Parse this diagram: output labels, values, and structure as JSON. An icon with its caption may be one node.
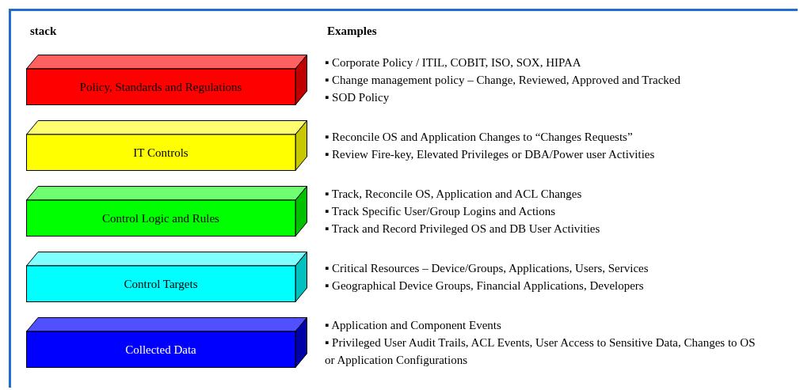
{
  "diagram": {
    "nodes": [
      {
        "text": [
          "Policy, Standards and Regulations"
        ],
        "beside": [
          "▪ Corporate Policy / ITIL, COBIT, ISO, SOX, HIPAA",
          "▪ Change management policy – Change, Reviewed, Approved and Tracked",
          "▪ SOD Policy"
        ]
      },
      {
        "text": [
          "IT Controls"
        ],
        "beside": [
          "▪ Reconcile OS and Application Changes to “Changes Requests”",
          "▪ Review Fire-key, Elevated Privileges or DBA/Power user Activities"
        ]
      },
      {
        "text": [
          "Control Logic and Rules"
        ],
        "beside": [
          "▪ Track, Reconcile OS, Application and ACL Changes",
          "▪ Track Specific User/Group Logins and Actions",
          "▪ Track and Record Privileged OS and DB User Activities"
        ]
      },
      {
        "text": [
          "Control Targets"
        ],
        "beside": [
          "▪ Critical Resources – Device/Groups, Applications, Users, Services",
          "▪ Geographical Device Groups, Financial Applications, Developers"
        ]
      },
      {
        "text": [
          "Collected Data"
        ],
        "beside": [
          "▪ Application and Component Events",
          "▪ Privileged User Audit Trails, ACL Events, User Access to Sensitive Data, Changes to OS or Application Configurations"
        ]
      }
    ],
    "labels": [
      "stack",
      "Examples"
    ]
  }
}
